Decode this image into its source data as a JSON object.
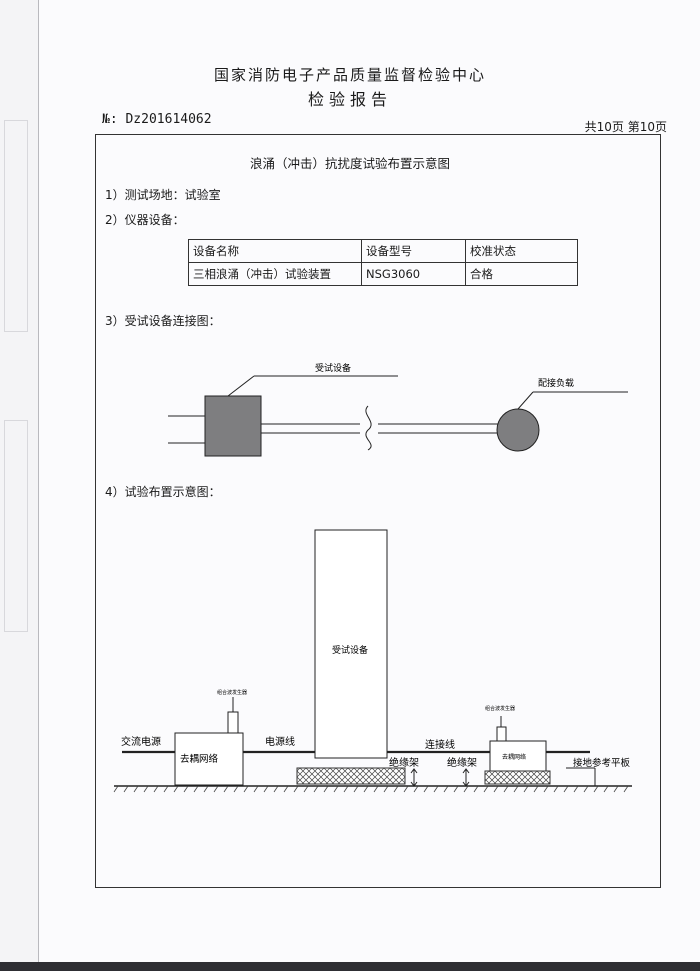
{
  "header": {
    "org": "国家消防电子产品质量监督检验中心",
    "report": "检验报告",
    "doc_no": "№: Dz201614062",
    "pages": "共10页  第10页"
  },
  "title": "浪涌（冲击）抗扰度试验布置示意图",
  "site": "1）测试场地：试验室",
  "instruments": "2）仪器设备：",
  "table": {
    "headers": [
      "设备名称",
      "设备型号",
      "校准状态"
    ],
    "row": [
      "三相浪涌（冲击）试验装置",
      "NSG3060",
      "合格"
    ]
  },
  "connection": {
    "heading": "3）受试设备连接图：",
    "eut_label": "受试设备",
    "load_label": "配接负载"
  },
  "layout": {
    "heading": "4）试验布置示意图：",
    "eut": "受试设备",
    "generator": "组合波发生器",
    "ac_source": "交流电源",
    "decoupling": "去耦网络",
    "power_line": "电源线",
    "connecting_line": "连接线",
    "insulator": "绝缘架",
    "ground_plane": "接地参考平板"
  }
}
